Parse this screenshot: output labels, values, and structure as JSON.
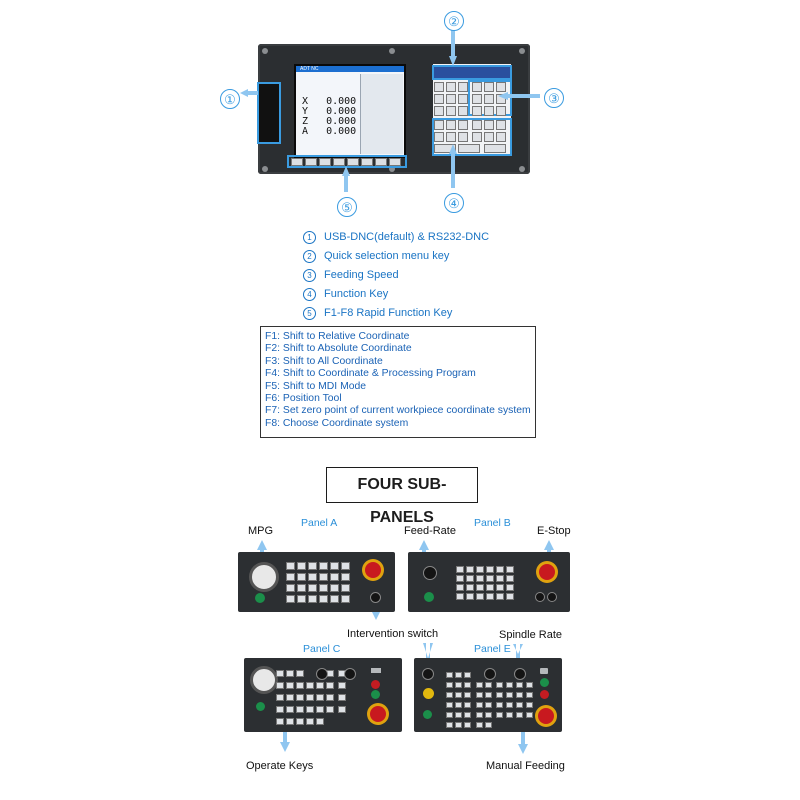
{
  "controller": {
    "screen_header": "ADT NC",
    "axes": [
      {
        "axis": "X",
        "value": "0.000"
      },
      {
        "axis": "Y",
        "value": "0.000"
      },
      {
        "axis": "Z",
        "value": "0.000"
      },
      {
        "axis": "A",
        "value": "0.000"
      }
    ]
  },
  "callouts": [
    "①",
    "②",
    "③",
    "④",
    "⑤"
  ],
  "legend": [
    {
      "num": "1",
      "text": "USB-DNC(default) & RS232-DNC"
    },
    {
      "num": "2",
      "text": "Quick selection menu key"
    },
    {
      "num": "3",
      "text": "Feeding Speed"
    },
    {
      "num": "4",
      "text": "Function Key"
    },
    {
      "num": "5",
      "text": "F1-F8 Rapid Function Key"
    }
  ],
  "function_keys": [
    "F1: Shift to Relative Coordinate",
    "F2: Shift to Absolute Coordinate",
    "F3: Shift to All Coordinate",
    "F4: Shift to Coordinate & Processing Program",
    "F5: Shift to MDI Mode",
    "F6: Position Tool",
    "F7: Set zero point of current workpiece coordinate system",
    "F8: Choose Coordinate system"
  ],
  "section_title": "FOUR SUB-PANELS",
  "panels": {
    "a": {
      "name": "Panel A",
      "callout_top": "MPG"
    },
    "b": {
      "name": "Panel B",
      "callout_left": "Feed-Rate",
      "callout_right": "E-Stop"
    },
    "intervention": "Intervention switch",
    "c": {
      "name": "Panel C",
      "callout_bottom": "Operate Keys"
    },
    "e": {
      "name": "Panel E",
      "callout_right": "Spindle Rate",
      "callout_bottom": "Manual Feeding"
    }
  },
  "colors": {
    "accent": "#3a9be0",
    "legend_text": "#1a74c4",
    "panel_bg": "#2c2f32",
    "estop": "#c8191f"
  }
}
